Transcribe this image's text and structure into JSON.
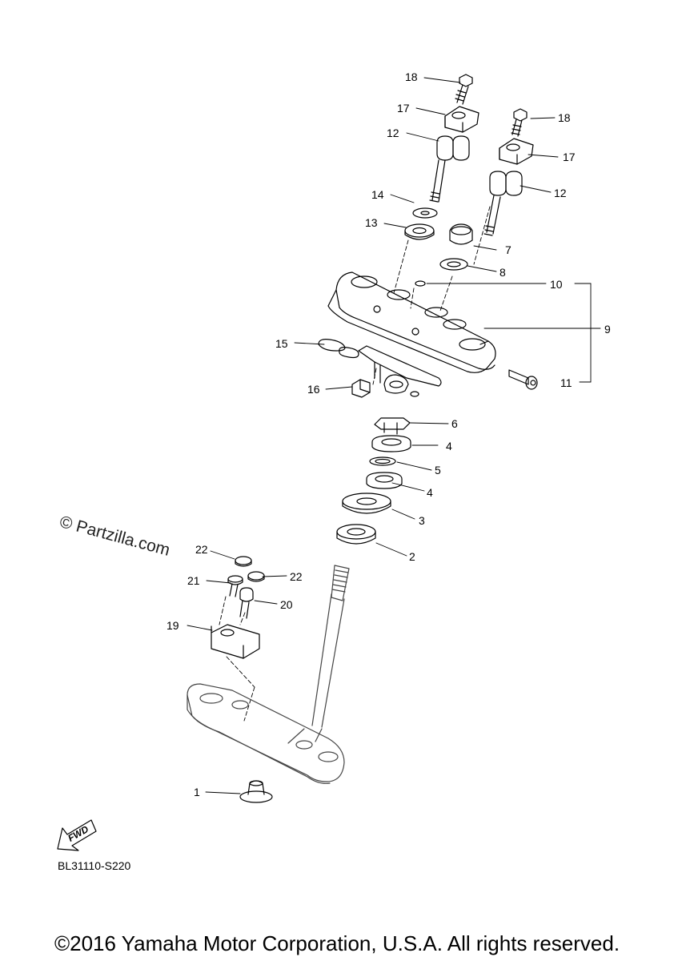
{
  "diagram": {
    "part_labels": {
      "p1": "1",
      "p2": "2",
      "p3": "3",
      "p4a": "4",
      "p4b": "4",
      "p5": "5",
      "p6": "6",
      "p7": "7",
      "p8": "8",
      "p9": "9",
      "p10": "10",
      "p11": "11",
      "p12a": "12",
      "p12b": "12",
      "p13": "13",
      "p14": "14",
      "p15": "15",
      "p16": "16",
      "p17a": "17",
      "p17b": "17",
      "p18a": "18",
      "p18b": "18",
      "p19": "19",
      "p20": "20",
      "p21": "21",
      "p22a": "22",
      "p22b": "22"
    },
    "watermark": "© Partzilla.com",
    "fwd": "FWD",
    "diagram_code": "BL31110-S220",
    "copyright": "©2016 Yamaha Motor Corporation, U.S.A. All rights reserved."
  }
}
